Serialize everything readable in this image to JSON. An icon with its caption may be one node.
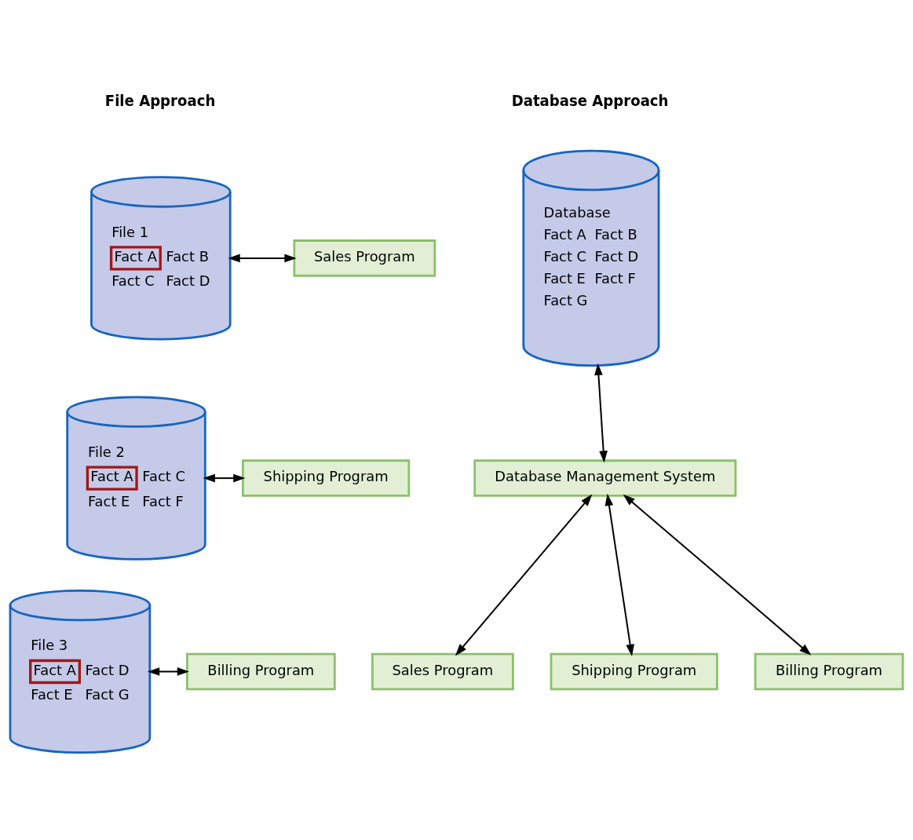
{
  "diagram": {
    "nodes": [
      {
        "text": [
          "File 1",
          "Fact B",
          "Fact C",
          "Fact D"
        ]
      },
      {
        "text": [
          "Fact A"
        ],
        "in": 0
      },
      {
        "text": [
          "Sales Program"
        ]
      },
      {
        "text": [
          "File 2",
          "Fact C",
          "Fact E",
          "Fact F"
        ]
      },
      {
        "text": [
          "Fact A"
        ],
        "in": 3
      },
      {
        "text": [
          "Shipping Program"
        ]
      },
      {
        "text": [
          "File 3",
          "Fact D",
          "Fact E",
          "Fact G"
        ]
      },
      {
        "text": [
          "Fact A"
        ],
        "in": 6
      },
      {
        "text": [
          "Billing Program"
        ]
      },
      {
        "text": [
          "Database",
          "Fact A",
          "Fact B",
          "Fact C",
          "Fact D",
          "Fact E",
          "Fact F",
          "Fact G"
        ]
      },
      {
        "text": [
          "Database Management System"
        ]
      },
      {
        "text": [
          "Sales Program"
        ]
      },
      {
        "text": [
          "Shipping Program"
        ]
      },
      {
        "text": [
          "Billing Program"
        ]
      }
    ],
    "edges": [
      {
        "from": 0,
        "to": 2,
        "arrow": "both"
      },
      {
        "from": 3,
        "to": 5,
        "arrow": "both"
      },
      {
        "from": 6,
        "to": 8,
        "arrow": "both"
      },
      {
        "from": 9,
        "to": 10,
        "arrow": "both"
      },
      {
        "from": 10,
        "to": 11,
        "arrow": "both"
      },
      {
        "from": 10,
        "to": 12,
        "arrow": "both"
      },
      {
        "from": 10,
        "to": 13,
        "arrow": "both"
      }
    ],
    "labels": [
      "File Approach",
      "Database Approach"
    ]
  }
}
